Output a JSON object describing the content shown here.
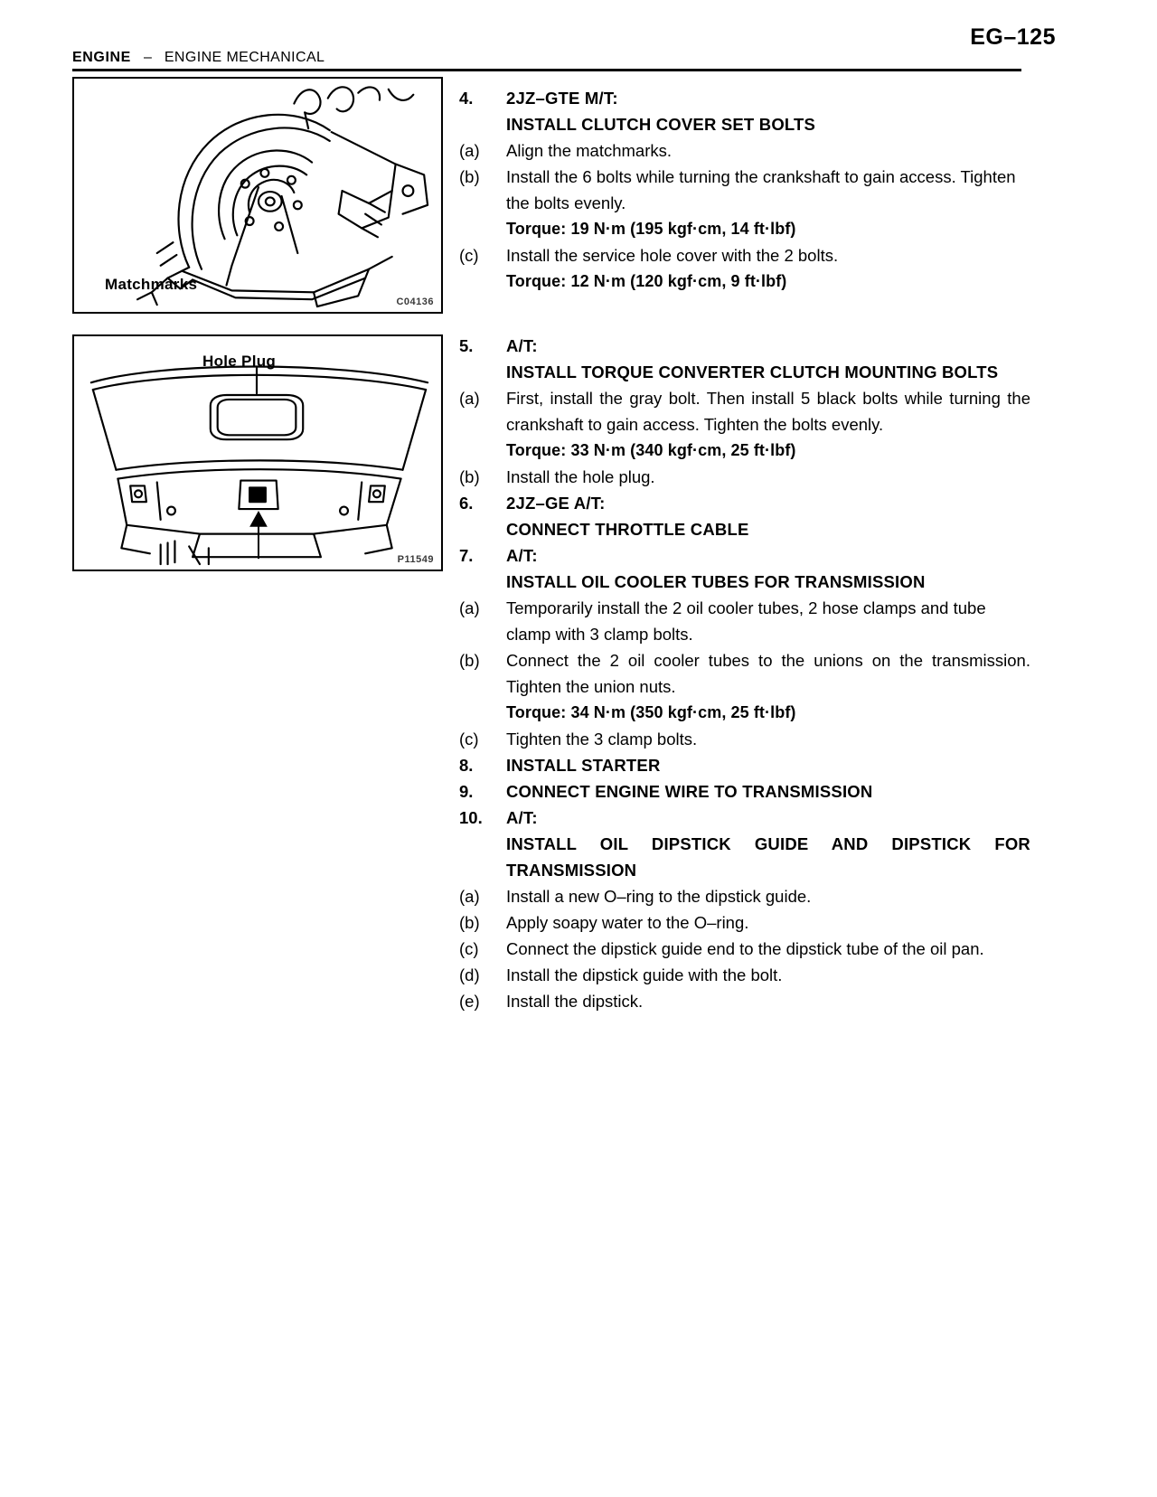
{
  "header": {
    "section": "ENGINE",
    "separator": "–",
    "subsection": "ENGINE MECHANICAL",
    "page_number": "EG–125"
  },
  "figures": [
    {
      "id": "figure-1",
      "caption": "Matchmarks",
      "code": "C04136"
    },
    {
      "id": "figure-2",
      "caption": "Hole Plug",
      "code": "P11549"
    }
  ],
  "steps": [
    {
      "number": "4.",
      "title_line1": "2JZ–GTE M/T:",
      "title_line2": "INSTALL CLUTCH COVER SET BOLTS",
      "substeps": [
        {
          "marker": "(a)",
          "text": "Align the matchmarks."
        },
        {
          "marker": "(b)",
          "text": "Install the 6 bolts while turning the crankshaft to gain access. Tighten the bolts evenly.",
          "torque": "Torque: 19 N·m (195 kgf·cm, 14 ft·lbf)"
        },
        {
          "marker": "(c)",
          "text": "Install the service hole cover with the 2 bolts.",
          "torque": "Torque: 12 N·m (120 kgf·cm, 9 ft·lbf)"
        }
      ]
    },
    {
      "number": "5.",
      "title_line1": "A/T:",
      "title_line2": "INSTALL TORQUE CONVERTER CLUTCH MOUNTING BOLTS",
      "substeps": [
        {
          "marker": "(a)",
          "text": "First, install the gray bolt. Then install 5 black bolts while turning the crankshaft to gain access. Tighten the bolts evenly.",
          "torque": "Torque: 33 N·m (340 kgf·cm, 25 ft·lbf)"
        },
        {
          "marker": "(b)",
          "text": "Install the hole plug."
        }
      ]
    },
    {
      "number": "6.",
      "title_line1": "2JZ–GE A/T:",
      "title_line2": "CONNECT THROTTLE CABLE",
      "substeps": []
    },
    {
      "number": "7.",
      "title_line1": "A/T:",
      "title_line2": "INSTALL OIL COOLER TUBES FOR TRANSMISSION",
      "substeps": [
        {
          "marker": "(a)",
          "text": "Temporarily install the 2 oil cooler tubes, 2 hose clamps and tube clamp with 3 clamp bolts."
        },
        {
          "marker": "(b)",
          "text": "Connect the 2 oil cooler tubes to the unions on the transmission. Tighten the union nuts.",
          "torque": "Torque: 34 N·m (350 kgf·cm, 25 ft·lbf)"
        },
        {
          "marker": "(c)",
          "text": "Tighten the 3 clamp bolts."
        }
      ]
    },
    {
      "number": "8.",
      "title_line1": "INSTALL STARTER",
      "substeps": []
    },
    {
      "number": "9.",
      "title_line1": "CONNECT ENGINE WIRE TO TRANSMISSION",
      "substeps": []
    },
    {
      "number": "10.",
      "title_line1": "A/T:",
      "title_line2": "INSTALL OIL DIPSTICK GUIDE AND DIPSTICK FOR TRANSMISSION",
      "substeps": [
        {
          "marker": "(a)",
          "text": "Install a new O–ring to the dipstick guide."
        },
        {
          "marker": "(b)",
          "text": "Apply soapy water to the O–ring."
        },
        {
          "marker": "(c)",
          "text": "Connect the dipstick guide end to the dipstick tube of the oil pan."
        },
        {
          "marker": "(d)",
          "text": "Install the dipstick guide with the bolt."
        },
        {
          "marker": "(e)",
          "text": "Install the dipstick."
        }
      ]
    }
  ]
}
